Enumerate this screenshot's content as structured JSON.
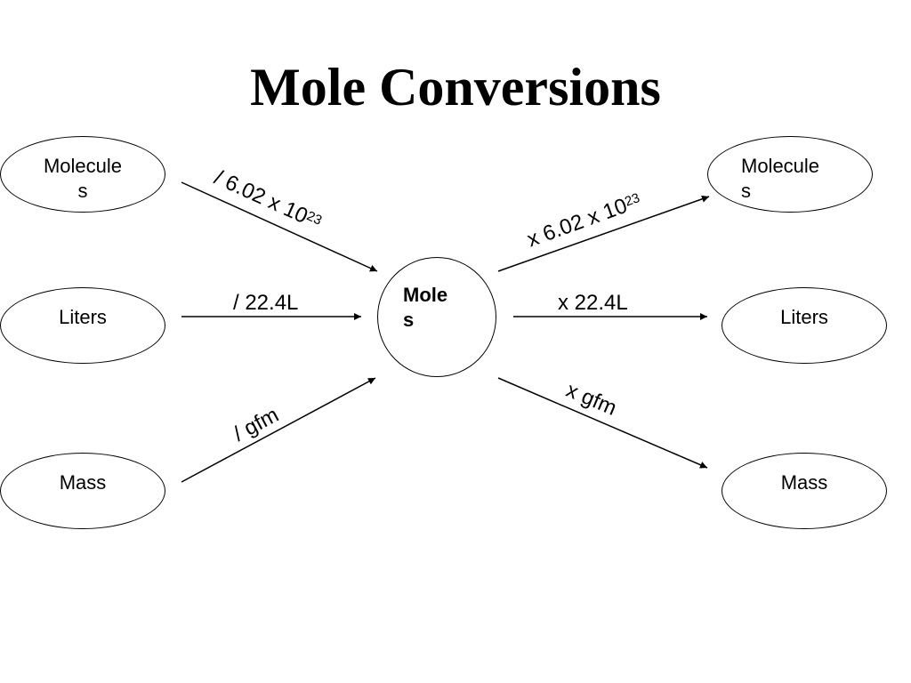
{
  "title": "Mole Conversions",
  "nodes": {
    "center": "Mole\ns",
    "left_molecules": "Molecule\ns",
    "left_liters": "Liters",
    "left_mass": "Mass",
    "right_molecules": "Molecule\ns",
    "right_liters": "Liters",
    "right_mass": "Mass"
  },
  "edges": {
    "molecules_to_moles": {
      "text": "/ 6.02 x 10",
      "exponent": "23"
    },
    "liters_to_moles": {
      "text": "/ 22.4L"
    },
    "mass_to_moles": {
      "text": "/ gfm"
    },
    "moles_to_molecules": {
      "text": "x 6.02 x 10",
      "exponent": "23"
    },
    "moles_to_liters": {
      "text": "x 22.4L"
    },
    "moles_to_mass": {
      "text": "x gfm"
    }
  }
}
